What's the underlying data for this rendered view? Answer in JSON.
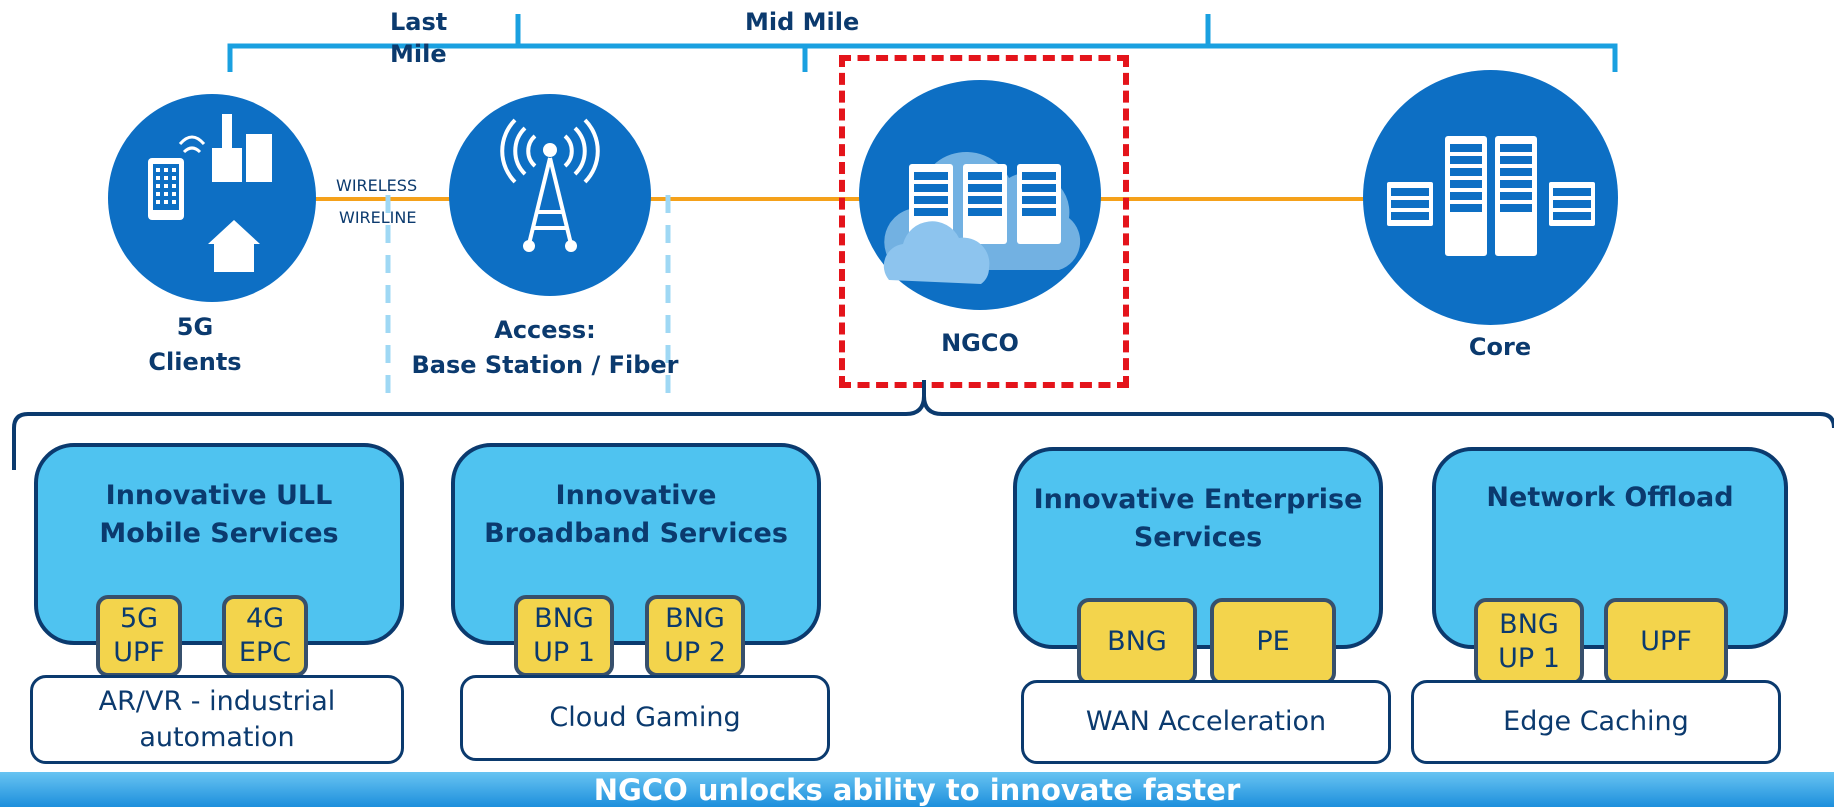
{
  "brackets": {
    "last_mile": "Last\nMile",
    "mid_mile": "Mid Mile"
  },
  "links": {
    "wireless": "WIRELESS",
    "wireline": "WIRELINE"
  },
  "nodes": {
    "clients": "5G\nClients",
    "access": "Access:\nBase Station / Fiber",
    "ngco": "NGCO",
    "core": "Core"
  },
  "services": [
    {
      "title": "Innovative ULL\nMobile Services",
      "functions": [
        "5G\nUPF",
        "4G\nEPC"
      ],
      "application": "AR/VR - industrial\nautomation"
    },
    {
      "title": "Innovative\nBroadband Services",
      "functions": [
        "BNG\nUP 1",
        "BNG\nUP 2"
      ],
      "application": "Cloud Gaming"
    },
    {
      "title": "Innovative Enterprise\nServices",
      "functions": [
        "BNG",
        "PE"
      ],
      "application": "WAN Acceleration"
    },
    {
      "title": "Network Offload",
      "functions": [
        "BNG\nUP 1",
        "UPF"
      ],
      "application": "Edge Caching"
    }
  ],
  "banner": "NGCO unlocks ability to innovate faster",
  "colors": {
    "navy": "#0b3a6e",
    "circle_blue": "#0d6fc4",
    "service_blue": "#4fc3f0",
    "chip_yellow": "#f3d44c",
    "link_orange": "#f5a11a",
    "highlight_red": "#e4141b",
    "bracket_blue": "#1aa0e0"
  }
}
